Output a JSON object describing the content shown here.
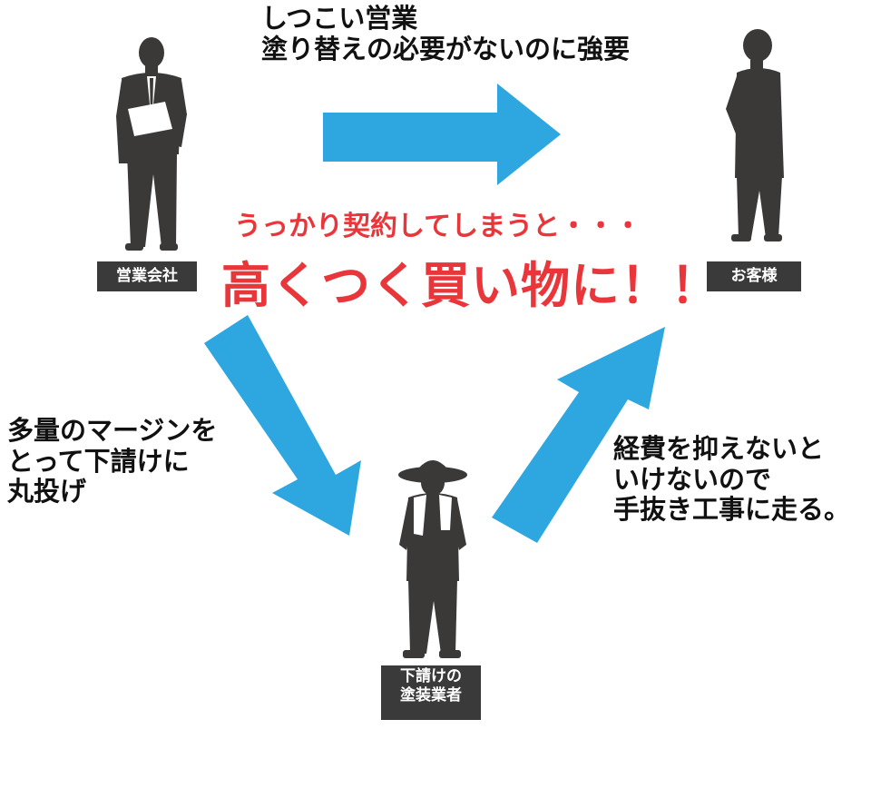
{
  "colors": {
    "arrow": "#2ea7e0",
    "silhouette": "#3b3838",
    "label_bg": "#3a3a3a",
    "label_text": "#ffffff",
    "warning": "#e8363b",
    "caption_text": "#111111"
  },
  "nodes": {
    "sales_company": {
      "label": "営業会社",
      "icon": "businessman-silhouette-icon"
    },
    "customer": {
      "label": "お客様",
      "icon": "customer-silhouette-icon"
    },
    "subcontractor": {
      "label_lines": [
        "下請けの",
        "塗装業者"
      ],
      "icon": "painter-silhouette-icon"
    }
  },
  "edges": {
    "sales_to_customer": {
      "lines": [
        "しつこい営業",
        "塗り替えの必要がないのに強要"
      ]
    },
    "sales_to_subcontractor": {
      "lines": [
        "多量のマージンを",
        "とって下請けに",
        "丸投げ"
      ]
    },
    "subcontractor_to_customer": {
      "lines": [
        "経費を抑えないと",
        "いけないので",
        "手抜き工事に走る。"
      ]
    }
  },
  "warning": {
    "line1": "うっかり契約してしまうと・・・",
    "line2": "高くつく買い物に！！"
  }
}
